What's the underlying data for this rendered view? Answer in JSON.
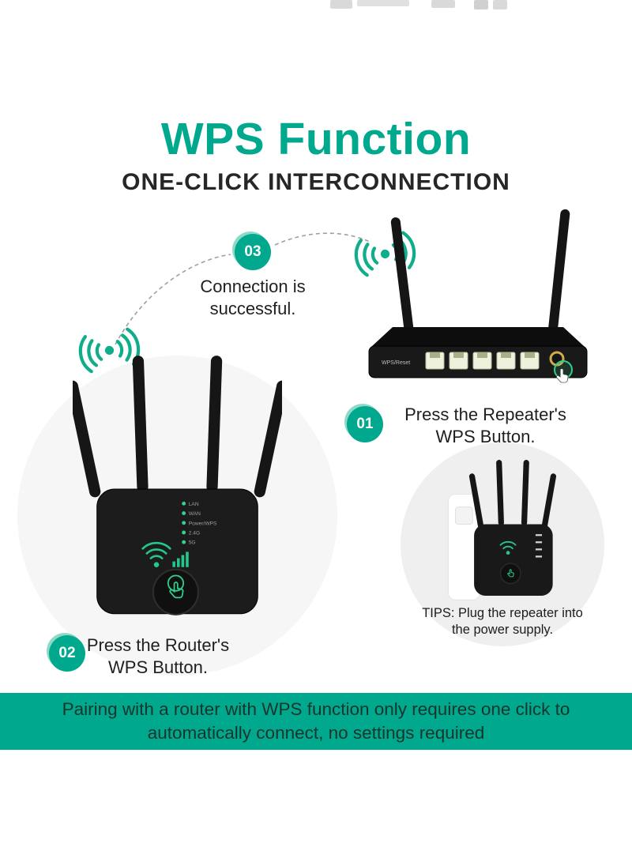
{
  "colors": {
    "accent_green": "#00A98E",
    "accent_light": "#8FD9C9",
    "wifi_green": "#10AD8B",
    "device_black": "#191919",
    "banner_bg": "#00A98E",
    "banner_text": "#17352D",
    "body_text": "#1F1F1F",
    "repeater_circle_bg": "#F6F6F6",
    "tips_circle_bg": "#EFEFEF"
  },
  "icons": {
    "wifi_signal": "broadcast-arcs-with-dot",
    "tap_hand": "hand-tap-with-ring",
    "wifi_indicator": "wifi-fan-with-signal-bars"
  },
  "header": {
    "title": "WPS Function",
    "subtitle": "ONE-CLICK INTERCONNECTION"
  },
  "steps": [
    {
      "number": "01",
      "line1": "Press the Repeater's",
      "line2": "WPS Button."
    },
    {
      "number": "02",
      "line1": "Press the Router's",
      "line2": "WPS Button."
    },
    {
      "number": "03",
      "line1": "Connection is",
      "line2": "successful."
    }
  ],
  "tips": {
    "line1": "TIPS: Plug the repeater into",
    "line2": "the power supply."
  },
  "banner": {
    "line1": "Pairing with a router with WPS function only requires one click to",
    "line2": "automatically connect, no settings required"
  },
  "repeater": {
    "led_labels": [
      "LAN",
      "WAN",
      "Power/WPS",
      "2.4G",
      "5G"
    ]
  },
  "router": {
    "port_label": "WPS/Reset"
  }
}
